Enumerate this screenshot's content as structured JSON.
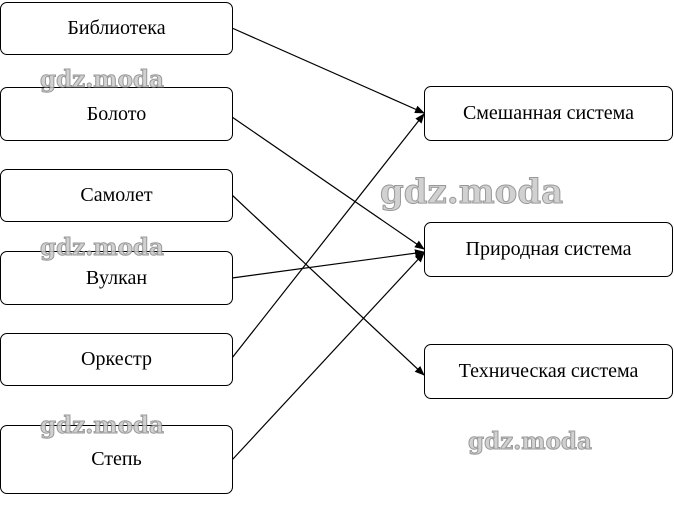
{
  "left_items": [
    {
      "label": "Библиотека"
    },
    {
      "label": "Болото"
    },
    {
      "label": "Самолет"
    },
    {
      "label": "Вулкан"
    },
    {
      "label": "Оркестр"
    },
    {
      "label": "Степь"
    }
  ],
  "right_items": [
    {
      "label": "Смешанная система"
    },
    {
      "label": "Природная система"
    },
    {
      "label": "Техническая система"
    }
  ],
  "connections": [
    {
      "from": "Библиотека",
      "to": "Смешанная система"
    },
    {
      "from": "Болото",
      "to": "Природная система"
    },
    {
      "from": "Самолет",
      "to": "Техническая система"
    },
    {
      "from": "Вулкан",
      "to": "Природная система"
    },
    {
      "from": "Оркестр",
      "to": "Смешанная система"
    },
    {
      "from": "Степь",
      "to": "Природная система"
    }
  ],
  "watermark": "gdz.moda"
}
